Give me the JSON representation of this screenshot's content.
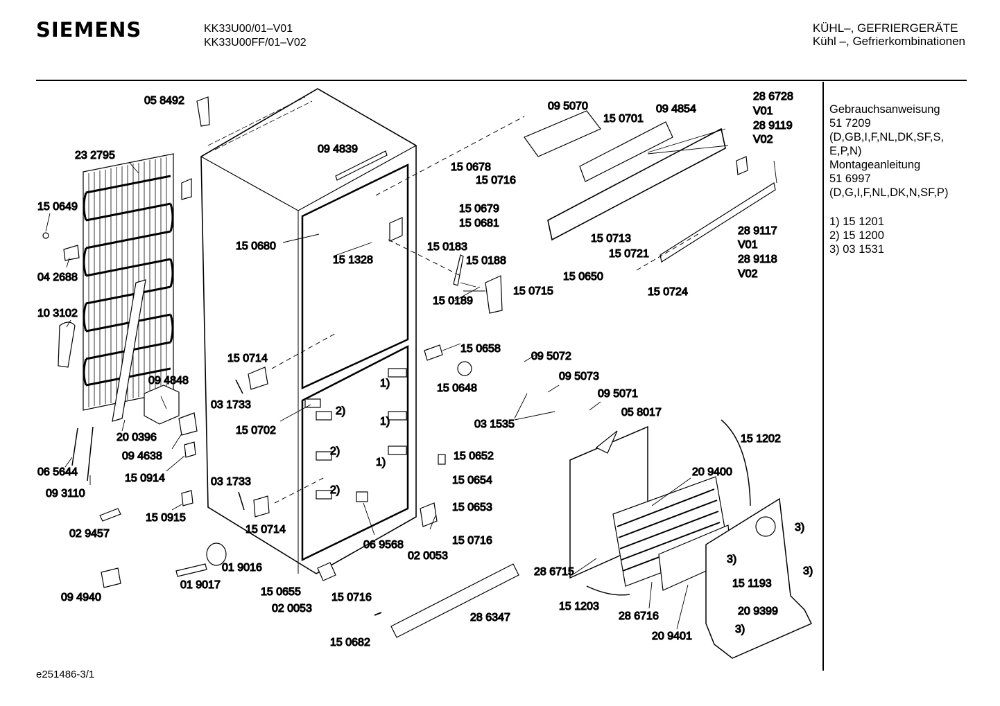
{
  "header": {
    "brand": "SIEMENS",
    "model_1": "KK33U00/01–V01",
    "model_2": "KK33U00FF/01–V02",
    "category_1": "KÜHL–, GEFRIERGERÄTE",
    "category_2": "Kühl –, Gefrierkombinationen"
  },
  "side_info": {
    "manual_title": "Gebrauchsanweisung",
    "manual_number": "51 7209",
    "manual_langs_1": "(D,GB,I,F,NL,DK,SF,S,",
    "manual_langs_2": "E,P,N)",
    "install_title": "Montageanleitung",
    "install_number": "51 6997",
    "install_langs": "(D,G,I,F,NL,DK,N,SF,P)",
    "note_1": "1)  15 1201",
    "note_2": "2)  15 1200",
    "note_3": "3)  03 1531"
  },
  "footer": {
    "drawing_id": "e251486-3/1"
  },
  "labels": {
    "p058492": "05 8492",
    "p232795": "23 2795",
    "p150649": "15 0649",
    "p042688": "04 2688",
    "p103102": "10 3102",
    "p200396": "20 0396",
    "p094848": "09 4848",
    "p094638": "09 4638",
    "p150914": "15 0914",
    "p065644": "06 5644",
    "p093110": "09 3110",
    "p150915": "15 0915",
    "p029457": "02 9457",
    "p094940": "09 4940",
    "p019017": "01 9017",
    "p019016": "01 9016",
    "p094839": "09 4839",
    "p150680": "15 0680",
    "p151328": "15 1328",
    "p150714a": "15 0714",
    "p031733a": "03 1733",
    "p150702": "15 0702",
    "p031733b": "03 1733",
    "p150714b": "15 0714",
    "p069568": "06 9568",
    "p150655": "15 0655",
    "p020053a": "02 0053",
    "p150716a": "15 0716",
    "p150682": "15 0682",
    "p286347": "28 6347",
    "p095070": "09 5070",
    "p150701": "15 0701",
    "p094854": "09 4854",
    "p286728": "28 6728",
    "v01a": "V01",
    "p289119": "28 9119",
    "v02a": "V02",
    "p150678": "15 0678",
    "p150716b": "15 0716",
    "p150679": "15 0679",
    "p150681": "15 0681",
    "p150183": "15 0183",
    "p150188": "15 0188",
    "p150189": "15 0189",
    "p150715": "15 0715",
    "p150713": "15 0713",
    "p150721": "15 0721",
    "p150650": "15 0650",
    "p150724": "15 0724",
    "p289117": "28 9117",
    "v01b": "V01",
    "p289118": "28 9118",
    "v02b": "V02",
    "p150658": "15 0658",
    "p150648": "15 0648",
    "p095072": "09 5072",
    "p095073": "09 5073",
    "p095071": "09 5071",
    "p031535": "03 1535",
    "p058017": "05 8017",
    "p151202": "15 1202",
    "p150652": "15 0652",
    "p150654": "15 0654",
    "p150653": "15 0653",
    "p150716c": "15 0716",
    "p020053b": "02 0053",
    "p209400": "20 9400",
    "p286715": "28 6715",
    "p151203": "15 1203",
    "p286716": "28 6716",
    "p209401": "20 9401",
    "p151193": "15 1193",
    "p209399": "20 9399",
    "m1a": "1)",
    "m1b": "1)",
    "m1c": "1)",
    "m2a": "2)",
    "m2b": "2)",
    "m2c": "2)",
    "m3a": "3)",
    "m3b": "3)",
    "m3c": "3)",
    "m3d": "3)"
  }
}
